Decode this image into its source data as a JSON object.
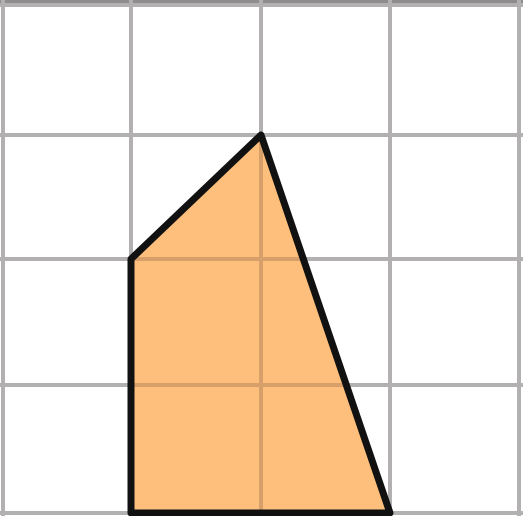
{
  "grid": {
    "columns": 4,
    "rows": 4,
    "line_color": "#b3b0b1",
    "background": "#ffffff"
  },
  "shape": {
    "vertices": [
      [
        1,
        2
      ],
      [
        2,
        3
      ],
      [
        3,
        0
      ],
      [
        1,
        0
      ]
    ],
    "fill_color": "#fdbf7b",
    "stroke_color": "#111111"
  }
}
